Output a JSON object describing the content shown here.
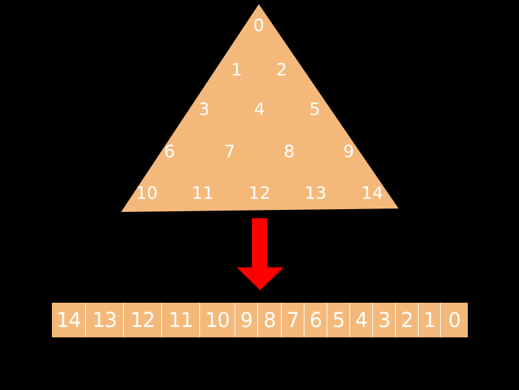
{
  "colors": {
    "background": "#000000",
    "shape_fill": "#f4b97a",
    "text": "#ffffff",
    "arrow": "#ff0000"
  },
  "triangle": {
    "rows": [
      [
        "0"
      ],
      [
        "1",
        "2"
      ],
      [
        "3",
        "4",
        "5"
      ],
      [
        "6",
        "7",
        "8",
        "9"
      ],
      [
        "10",
        "11",
        "12",
        "13",
        "14"
      ]
    ]
  },
  "arrow": {
    "direction": "down",
    "icon": "arrow-down-icon"
  },
  "array": {
    "cells": [
      "14",
      "13",
      "12",
      "11",
      "10",
      "9",
      "8",
      "7",
      "6",
      "5",
      "4",
      "3",
      "2",
      "1",
      "0"
    ]
  }
}
